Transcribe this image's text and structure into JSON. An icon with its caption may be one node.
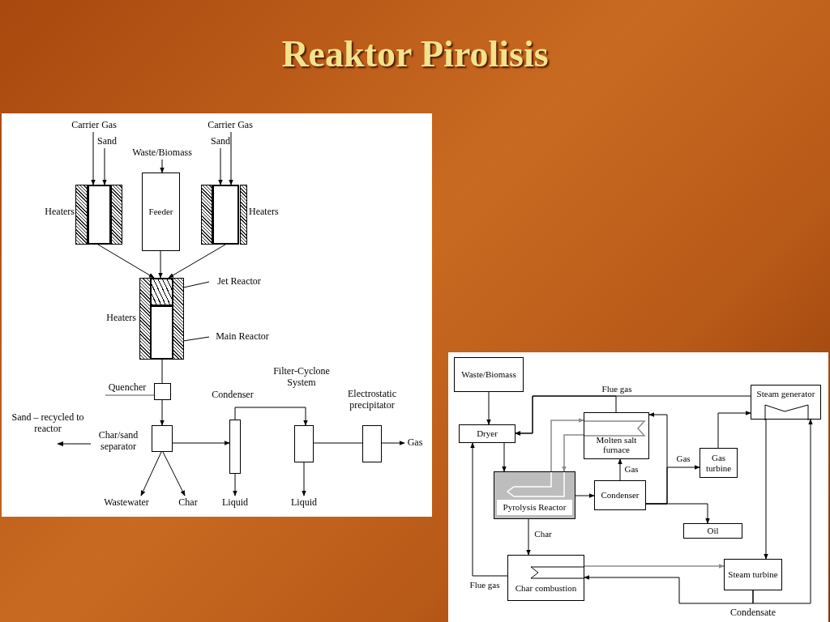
{
  "diagram": {
    "title": "Reaktor Pirolisis",
    "nodes": [
      {
        "text": [
          "Carrier Gas"
        ]
      },
      {
        "text": [
          "Sand"
        ]
      },
      {
        "text": [
          "Waste/Biomass"
        ]
      },
      {
        "text": [
          "Carrier Gas"
        ]
      },
      {
        "text": [
          "Sand"
        ]
      },
      {
        "text": [],
        "shape": "box",
        "beside": [
          "Heaters"
        ]
      },
      {
        "text": [
          "Feeder"
        ]
      },
      {
        "text": [],
        "shape": "box",
        "beside": [
          "Heaters"
        ]
      },
      {
        "text": [],
        "shape": "box",
        "beside": [
          "Heaters"
        ]
      },
      {
        "text": [],
        "shape": "box",
        "in": 8
      },
      {
        "text": [],
        "shape": "box",
        "in": 8
      },
      {
        "text": [
          "Jet Reactor"
        ]
      },
      {
        "text": [
          "Main Reactor"
        ]
      },
      {
        "text": [
          "Quencher"
        ]
      },
      {
        "text": [],
        "shape": "box"
      },
      {
        "text": [],
        "shape": "box",
        "beside": [
          "Char/sand separator"
        ]
      },
      {
        "text": [],
        "shape": "box",
        "beside": [
          "Condenser"
        ]
      },
      {
        "text": [],
        "shape": "box",
        "beside": [
          "Filter-Cyclone System"
        ]
      },
      {
        "text": [],
        "shape": "box",
        "beside": [
          "Electrostatic precipitator"
        ]
      },
      {
        "text": [
          "Wastewater"
        ]
      },
      {
        "text": [
          "Char"
        ]
      },
      {
        "text": [
          "Liquid"
        ]
      },
      {
        "text": [
          "Liquid"
        ]
      },
      {
        "text": [
          "Gas"
        ]
      },
      {
        "text": [
          "Waste/Biomass"
        ]
      },
      {
        "text": [
          "Steam generator"
        ]
      },
      {
        "text": [
          "Dryer"
        ]
      },
      {
        "text": [
          "Molten salt furnace"
        ]
      },
      {
        "text": [
          "Gas turbine"
        ]
      },
      {
        "text": [
          "Pyrolysis Reactor"
        ]
      },
      {
        "text": [
          "Condenser"
        ]
      },
      {
        "text": [
          "Oil"
        ]
      },
      {
        "text": [
          "Char combustion"
        ]
      },
      {
        "text": [
          "Steam turbine"
        ]
      }
    ],
    "edges": [
      {
        "from": 0,
        "to": 5,
        "arrow": "to"
      },
      {
        "from": 1,
        "to": 5,
        "arrow": "to"
      },
      {
        "from": 2,
        "to": 6,
        "arrow": "to"
      },
      {
        "from": 4,
        "to": 7,
        "arrow": "to"
      },
      {
        "from": 3,
        "to": 7,
        "arrow": "to"
      },
      {
        "from": 5,
        "to": 9,
        "arrow": "to"
      },
      {
        "from": 6,
        "to": 9,
        "arrow": "to"
      },
      {
        "from": 7,
        "to": 9,
        "arrow": "to"
      },
      {
        "from": 11,
        "to": 9,
        "arrow": "none"
      },
      {
        "from": 12,
        "to": 10,
        "arrow": "to"
      },
      {
        "from": 8,
        "to": 14,
        "arrow": "none"
      },
      {
        "from": 13,
        "to": 14,
        "arrow": "none",
        "color": "#8c8c8c"
      },
      {
        "from": 14,
        "to": 15,
        "arrow": "to"
      },
      {
        "from": 15,
        "to": 16,
        "arrow": "to"
      },
      {
        "from": 16,
        "to": 17,
        "arrow": "to"
      },
      {
        "from": 17,
        "to": 18,
        "arrow": "none"
      },
      {
        "from": 18,
        "to": 23,
        "arrow": "to"
      },
      {
        "from": 15,
        "to": 19,
        "arrow": "to"
      },
      {
        "from": 15,
        "to": 20,
        "arrow": "to"
      },
      {
        "from": 16,
        "to": 21,
        "arrow": "to"
      },
      {
        "from": 17,
        "to": 22,
        "arrow": "to"
      },
      {
        "from": 24,
        "to": 26,
        "arrow": "to"
      },
      {
        "from": 26,
        "to": 29,
        "arrow": "to"
      },
      {
        "from": 27,
        "to": 26,
        "arrow": "to",
        "label": "Flue gas"
      },
      {
        "from": 25,
        "to": 26,
        "arrow": "to"
      },
      {
        "from": 29,
        "to": 27,
        "arrow": "to",
        "color": "#8c8c8c"
      },
      {
        "from": 27,
        "to": 29,
        "arrow": "to",
        "color": "#8c8c8c"
      },
      {
        "from": 29,
        "to": 30,
        "arrow": "to"
      },
      {
        "from": 30,
        "to": 27,
        "arrow": "to",
        "label": "Gas"
      },
      {
        "from": 30,
        "to": 28,
        "arrow": "to",
        "label": "Gas"
      },
      {
        "from": 30,
        "to": 27,
        "arrow": "to"
      },
      {
        "from": 30,
        "to": 31,
        "arrow": "to"
      },
      {
        "from": 28,
        "to": 25,
        "arrow": "to"
      },
      {
        "from": 25,
        "to": 33,
        "arrow": "to"
      },
      {
        "from": 29,
        "to": 32,
        "arrow": "to",
        "label": "Char"
      },
      {
        "from": 32,
        "to": 26,
        "arrow": "to",
        "label": "Flue gas"
      },
      {
        "from": 32,
        "to": 33,
        "arrow": "to",
        "color": "#8c8c8c"
      },
      {
        "from": 33,
        "to": 32,
        "arrow": "to"
      },
      {
        "from": 33,
        "to": 25,
        "arrow": "to"
      }
    ],
    "labels": [
      "Sand – recycled to reactor",
      "Condensate"
    ]
  }
}
